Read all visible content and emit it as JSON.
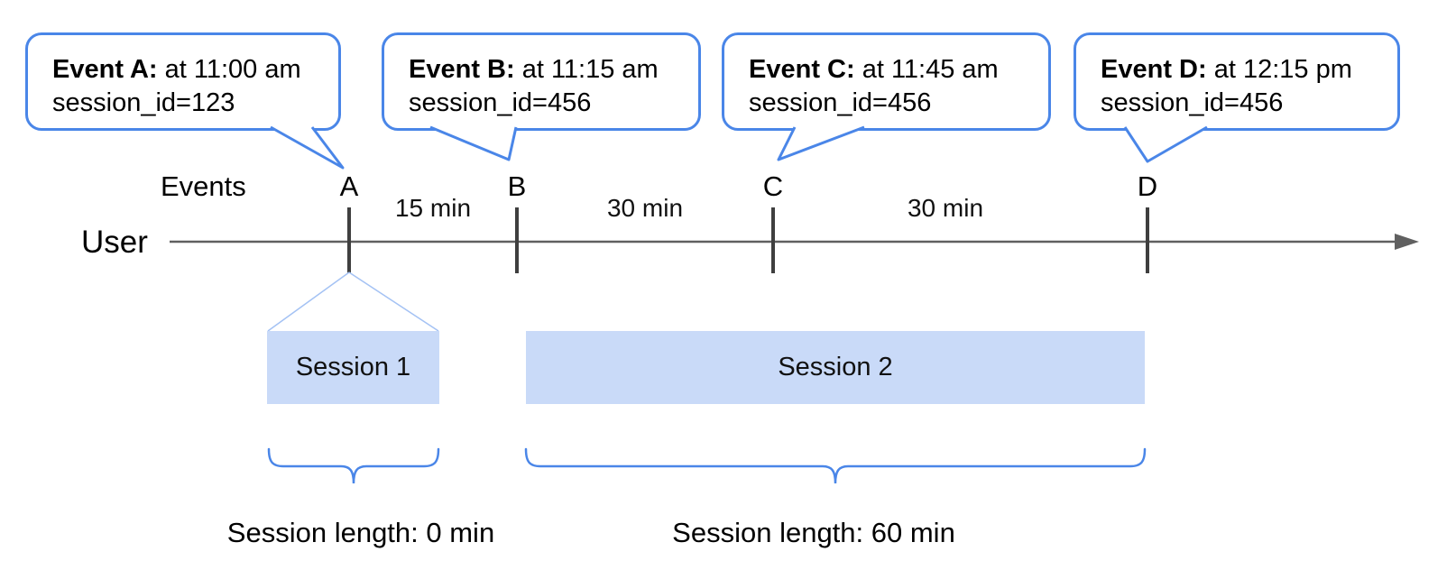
{
  "callouts": [
    {
      "title": "Event A:",
      "time": "at 11:00 am",
      "session_id": "session_id=123"
    },
    {
      "title": "Event B:",
      "time": "at 11:15 am",
      "session_id": "session_id=456"
    },
    {
      "title": "Event C:",
      "time": "at 11:45 am",
      "session_id": "session_id=456"
    },
    {
      "title": "Event D:",
      "time": "at 12:15 pm",
      "session_id": "session_id=456"
    }
  ],
  "timeline": {
    "events_label": "Events",
    "user_label": "User",
    "markers": [
      "A",
      "B",
      "C",
      "D"
    ],
    "intervals": [
      "15 min",
      "30 min",
      "30 min"
    ]
  },
  "sessions": [
    {
      "label": "Session 1",
      "length_label": "Session length: 0 min"
    },
    {
      "label": "Session 2",
      "length_label": "Session length: 60 min"
    }
  ],
  "colors": {
    "callout_border": "#4a86e8",
    "brace": "#4a86e8",
    "session_fill": "#c9daf8",
    "funnel_line": "#a4c2f4",
    "timeline_line": "#606060",
    "tick": "#3f3f3f",
    "text": "#000000"
  }
}
